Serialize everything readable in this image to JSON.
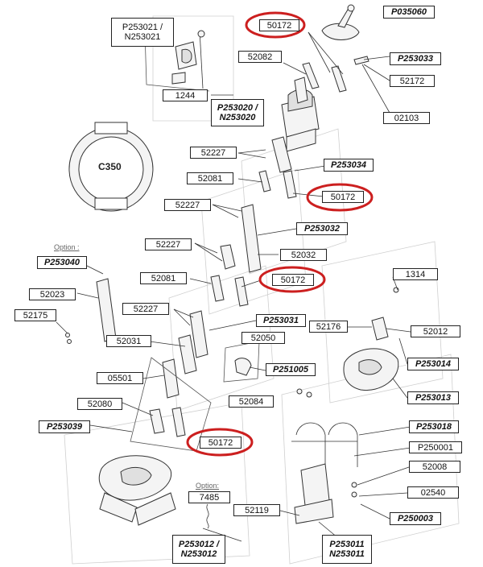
{
  "diagram": {
    "part_labels": [
      {
        "id": "p253021",
        "text": "P253021 /\nN253021",
        "style": "plain"
      },
      {
        "id": "50172a",
        "text": "50172",
        "style": "plain",
        "highlighted": true
      },
      {
        "id": "p035060",
        "text": "P035060",
        "style": "code"
      },
      {
        "id": "52082",
        "text": "52082",
        "style": "plain"
      },
      {
        "id": "p253033",
        "text": "P253033",
        "style": "code"
      },
      {
        "id": "52172",
        "text": "52172",
        "style": "plain"
      },
      {
        "id": "1244",
        "text": "1244",
        "style": "plain"
      },
      {
        "id": "p253020",
        "text": "P253020 /\nN253020",
        "style": "code"
      },
      {
        "id": "02103",
        "text": "02103",
        "style": "plain"
      },
      {
        "id": "52227a",
        "text": "52227",
        "style": "plain"
      },
      {
        "id": "p253034",
        "text": "P253034",
        "style": "code"
      },
      {
        "id": "52081a",
        "text": "52081",
        "style": "plain"
      },
      {
        "id": "50172b",
        "text": "50172",
        "style": "plain",
        "highlighted": true
      },
      {
        "id": "52227b",
        "text": "52227",
        "style": "plain"
      },
      {
        "id": "p253032",
        "text": "P253032",
        "style": "code"
      },
      {
        "id": "52227c",
        "text": "52227",
        "style": "plain"
      },
      {
        "id": "52032",
        "text": "52032",
        "style": "plain"
      },
      {
        "id": "p253040",
        "text": "P253040",
        "style": "code"
      },
      {
        "id": "52081b",
        "text": "52081",
        "style": "plain"
      },
      {
        "id": "50172c",
        "text": "50172",
        "style": "plain",
        "highlighted": true
      },
      {
        "id": "1314",
        "text": "1314",
        "style": "plain"
      },
      {
        "id": "52023",
        "text": "52023",
        "style": "plain"
      },
      {
        "id": "52227d",
        "text": "52227",
        "style": "plain"
      },
      {
        "id": "52175",
        "text": "52175",
        "style": "plain"
      },
      {
        "id": "p253031",
        "text": "P253031",
        "style": "code"
      },
      {
        "id": "52176",
        "text": "52176",
        "style": "plain"
      },
      {
        "id": "52012",
        "text": "52012",
        "style": "plain"
      },
      {
        "id": "52031",
        "text": "52031",
        "style": "plain"
      },
      {
        "id": "52050",
        "text": "52050",
        "style": "plain"
      },
      {
        "id": "p253014",
        "text": "P253014",
        "style": "code"
      },
      {
        "id": "p251005",
        "text": "P251005",
        "style": "code"
      },
      {
        "id": "05501",
        "text": "05501",
        "style": "plain"
      },
      {
        "id": "p253013",
        "text": "P253013",
        "style": "code"
      },
      {
        "id": "52084",
        "text": "52084",
        "style": "plain"
      },
      {
        "id": "52080",
        "text": "52080",
        "style": "plain"
      },
      {
        "id": "p253039",
        "text": "P253039",
        "style": "code"
      },
      {
        "id": "p253018",
        "text": "P253018",
        "style": "code"
      },
      {
        "id": "50172d",
        "text": "50172",
        "style": "plain",
        "highlighted": true
      },
      {
        "id": "p250001",
        "text": "P250001",
        "style": "plain"
      },
      {
        "id": "52008",
        "text": "52008",
        "style": "plain"
      },
      {
        "id": "7485",
        "text": "7485",
        "style": "plain"
      },
      {
        "id": "02540",
        "text": "02540",
        "style": "plain"
      },
      {
        "id": "52119",
        "text": "52119",
        "style": "plain"
      },
      {
        "id": "p250003",
        "text": "P250003",
        "style": "code"
      },
      {
        "id": "p253012",
        "text": "P253012 /\nN253012",
        "style": "code"
      },
      {
        "id": "p253011",
        "text": "P253011\nN253011",
        "style": "code"
      }
    ],
    "captions": {
      "option_left": "Option :",
      "option_bottom": "Option:",
      "profile_name": "C350"
    },
    "colors": {
      "ink": "#222222",
      "highlight_ring": "#cc1f1f",
      "background": "#ffffff"
    }
  }
}
